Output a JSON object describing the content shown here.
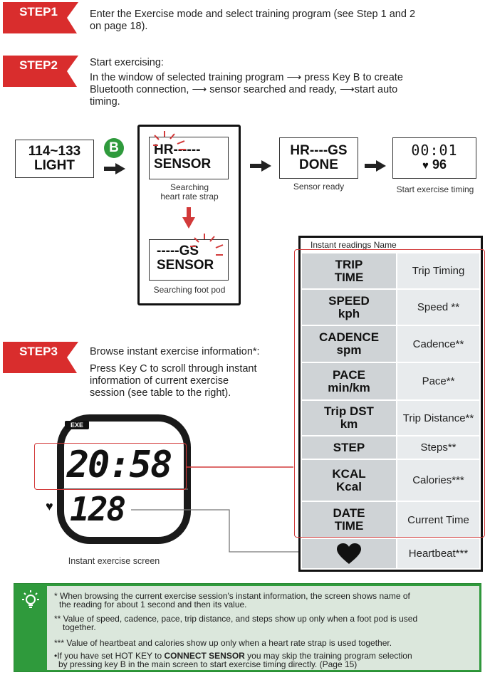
{
  "steps": {
    "step1": {
      "badge": "STEP1",
      "line1": "Enter the Exercise mode and select training program (see Step 1 and 2",
      "line2": "on page 18)."
    },
    "step2": {
      "badge": "STEP2",
      "line1": "Start exercising:",
      "line2": "In the window of selected training program ⟶ press Key B to create",
      "line3": "Bluetooth connection, ⟶ sensor searched and ready, ⟶start auto",
      "line4": "timing."
    },
    "step3": {
      "badge": "STEP3",
      "line1": "Browse instant exercise information*:",
      "line2": "Press Key C to scroll through instant",
      "line3": "information of current exercise",
      "line4": "session (see table to the right)."
    }
  },
  "flow": {
    "box1": {
      "line1": "114~133",
      "line2": "LIGHT"
    },
    "key_b": "B",
    "box2": {
      "line1": "HR------",
      "line2": "SENSOR",
      "caption1": "Searching",
      "caption2": "heart rate strap"
    },
    "box3": {
      "line1": "-----GS",
      "line2": "SENSOR",
      "caption": "Searching foot pod"
    },
    "box4": {
      "line1": "HR----GS",
      "line2": "DONE",
      "caption": "Sensor ready"
    },
    "box5": {
      "line1": "00:01",
      "line2": "96",
      "caption": "Start exercise timing"
    }
  },
  "table": {
    "header": "Instant readings Name",
    "rows": [
      {
        "reading1": "TRIP",
        "reading2": "TIME",
        "name": "Trip Timing"
      },
      {
        "reading1": "SPEED",
        "reading2": "kph",
        "name": "Speed **"
      },
      {
        "reading1": "CADENCE",
        "reading2": "spm",
        "name": "Cadence**"
      },
      {
        "reading1": "PACE",
        "reading2": "min/km",
        "name": "Pace**"
      },
      {
        "reading1": "Trip DST",
        "reading2": "km",
        "name": "Trip Distance**"
      },
      {
        "reading1": "STEP",
        "reading2": "",
        "name": "Steps**"
      },
      {
        "reading1": "KCAL",
        "reading2": "Kcal",
        "name": "Calories***"
      },
      {
        "reading1": "DATE",
        "reading2": "TIME",
        "name": "Current Time"
      },
      {
        "reading1": "",
        "reading2": "",
        "name": "Heartbeat***"
      }
    ]
  },
  "watch": {
    "badge": "EXE",
    "time": "20:58",
    "heart_rate": "128",
    "caption": "Instant exercise screen"
  },
  "tip": {
    "icon": "lightbulb-icon",
    "line1": "* When browsing the current exercise session's instant information, the screen shows name of",
    "line2": "the reading for about 1 second and then its value.",
    "line3": "** Value of speed, cadence, pace, trip distance, and steps show up only when a foot pod is used",
    "line4": "together.",
    "line5": "*** Value of heartbeat and calories show up only when a heart rate strap is used together.",
    "line6a": "•If you have set HOT KEY to ",
    "line6b": "CONNECT SENSOR",
    "line6c": " you may skip the training program selection",
    "line7": "by pressing key B in the main screen to start exercise timing directly. (Page 15)"
  },
  "colors": {
    "badge_red": "#d92d2d",
    "frame_red": "#d23a3a",
    "key_green": "#2f9a3c",
    "tip_green": "#2f9a3c",
    "tip_bg": "#dbe7dc",
    "table_left": "#cfd3d6",
    "table_right": "#e8ebed"
  }
}
